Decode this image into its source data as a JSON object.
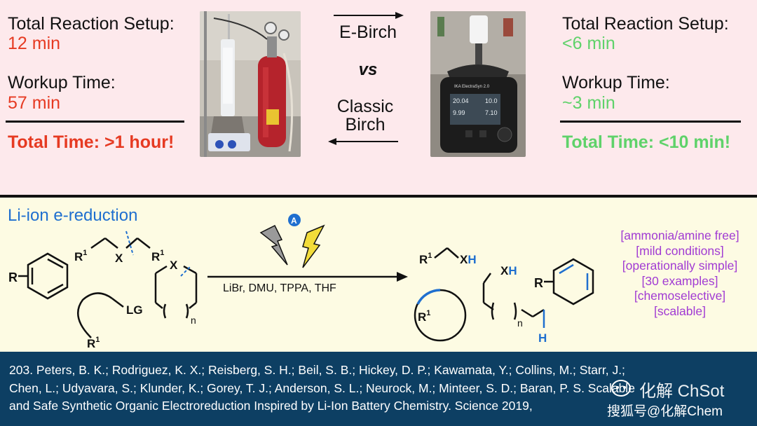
{
  "left_panel": {
    "setup_label": "Total Reaction Setup:",
    "setup_value": "12 min",
    "workup_label": "Workup Time:",
    "workup_value": "57 min",
    "total": "Total Time: >1 hour!"
  },
  "middle": {
    "top_label": "E-Birch",
    "vs": "vs",
    "bottom_label_line1": "Classic",
    "bottom_label_line2": "Birch"
  },
  "device_screen": {
    "brand": "IKA ElectraSyn 2.0",
    "left_top": "20.04",
    "left_bottom": "9.99",
    "right_top": "10.0",
    "right_bottom": "7.10"
  },
  "right_panel": {
    "setup_label": "Total Reaction Setup:",
    "setup_value": "<6 min",
    "workup_label": "Workup Time:",
    "workup_value": "~3 min",
    "total": "Total Time: <10 min!"
  },
  "scheme": {
    "title": "Li-ion e-reduction",
    "conditions": "LiBr, DMU, TPPA, THF",
    "labels": {
      "R": "R",
      "R1": "R",
      "sup1": "1",
      "X": "X",
      "LG": "LG",
      "n": "n",
      "XH_X": "X",
      "H": "H"
    },
    "features": [
      "[ammonia/amine free]",
      "[mild conditions]",
      "[operationally simple]",
      "[30 examples]",
      "[chemoselective]",
      "[scalable]"
    ]
  },
  "citation": {
    "line1": "203. Peters, B. K.; Rodriguez, K. X.; Reisberg, S. H.; Beil, S. B.; Hickey, D. P.; Kawamata, Y.; Collins, M.; Starr, J.;",
    "line2": "Chen, L.; Udyavara, S.; Klunder, K.; Gorey, T. J.; Anderson, S. L.; Neurock, M.; Minteer, S. D.; Baran, P. S. Scalable",
    "line3": "and Safe Synthetic Organic Electroreduction Inspired by Li-Ion Battery Chemistry. Science 2019,"
  },
  "watermark": {
    "brand": "化解 ChSot",
    "sohu": "搜狐号@化解Chem"
  },
  "colors": {
    "red": "#e63a22",
    "green": "#5fd26a",
    "blue": "#1f6fcf",
    "purple": "#a13bd3",
    "top_bg": "#fde9ec",
    "bottom_bg": "#fdfbe3",
    "footer_bg": "#0d3f63"
  }
}
